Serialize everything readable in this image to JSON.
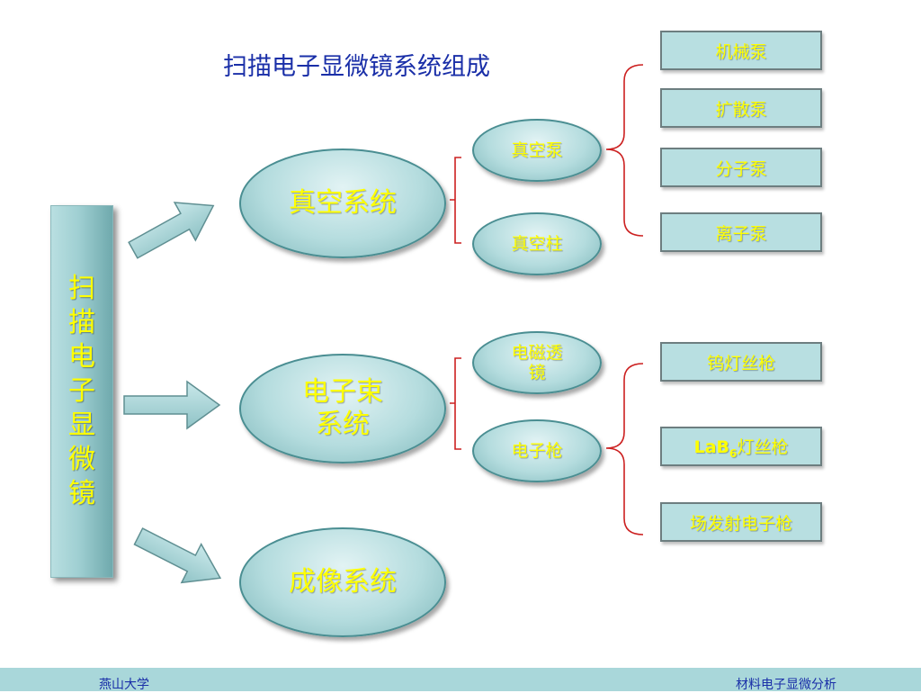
{
  "title": "扫描电子显微镜系统组成",
  "root": {
    "chars": [
      "扫",
      "描",
      "电",
      "子",
      "显",
      "微",
      "镜"
    ]
  },
  "systems": {
    "vacuum": "真空系统",
    "beam_line1": "电子束",
    "beam_line2": "系统",
    "imaging": "成像系统"
  },
  "vacuum_parts": {
    "pump": "真空泵",
    "column": "真空柱"
  },
  "beam_parts": {
    "lens_line1": "电磁透",
    "lens_line2": "镜",
    "gun": "电子枪"
  },
  "pumps": [
    "机械泵",
    "扩散泵",
    "分子泵",
    "离子泵"
  ],
  "guns": {
    "tungsten": "钨灯丝枪",
    "lab6_main": "LaB",
    "lab6_sub": "6",
    "lab6_suffix": "灯丝枪",
    "field": "场发射电子枪"
  },
  "footer": {
    "left": "燕山大学",
    "right": "材料电子显微分析"
  },
  "colors": {
    "node_text": "#ffff00",
    "title": "#1a2fa8",
    "bracket": "#cc2020",
    "shape_fill": "#b4dcde",
    "footer_bg": "#a9d7da"
  }
}
